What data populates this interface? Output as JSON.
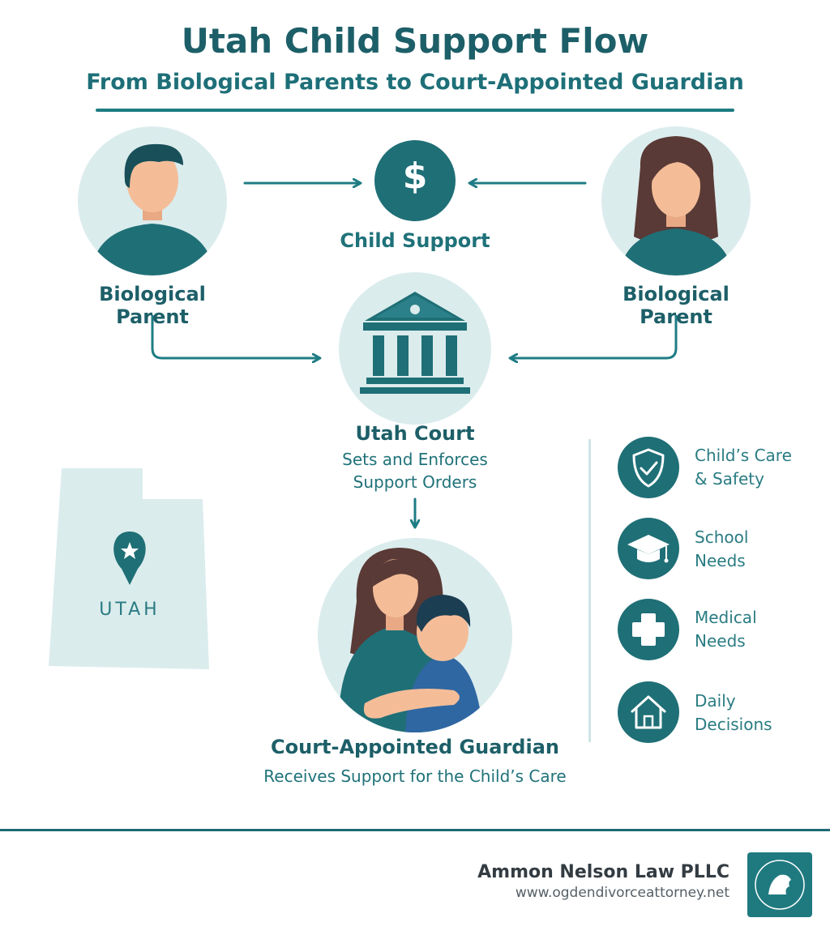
{
  "header": {
    "title": "Utah Child Support Flow",
    "subtitle": "From Biological Parents to Court-Appointed Guardian"
  },
  "parents": {
    "left_label": "Biological Parent",
    "right_label": "Biological Parent"
  },
  "support": {
    "label": "Child Support",
    "symbol": "$"
  },
  "court": {
    "name": "Utah Court",
    "description_line1": "Sets and Enforces",
    "description_line2": "Support Orders"
  },
  "guardian": {
    "name": "Court-Appointed Guardian",
    "description": "Receives Support for the Child’s Care"
  },
  "map": {
    "state_label": "UTAH",
    "icon": "map-pin-star-icon"
  },
  "benefits": [
    {
      "line1": "Child’s Care",
      "line2": "& Safety",
      "icon": "shield-check-icon"
    },
    {
      "line1": "School",
      "line2": "Needs",
      "icon": "graduation-cap-icon"
    },
    {
      "line1": "Medical",
      "line2": "Needs",
      "icon": "medical-cross-icon"
    },
    {
      "line1": "Daily",
      "line2": "Decisions",
      "icon": "house-icon"
    }
  ],
  "footer": {
    "firm_name": "Ammon Nelson Law PLLC",
    "url": "www.ogdendivorceattorney.net"
  },
  "colors": {
    "primary": "#1f6f76",
    "dark": "#1d5f68",
    "light_circle": "#dbeced",
    "skin": "#f4bd98"
  }
}
